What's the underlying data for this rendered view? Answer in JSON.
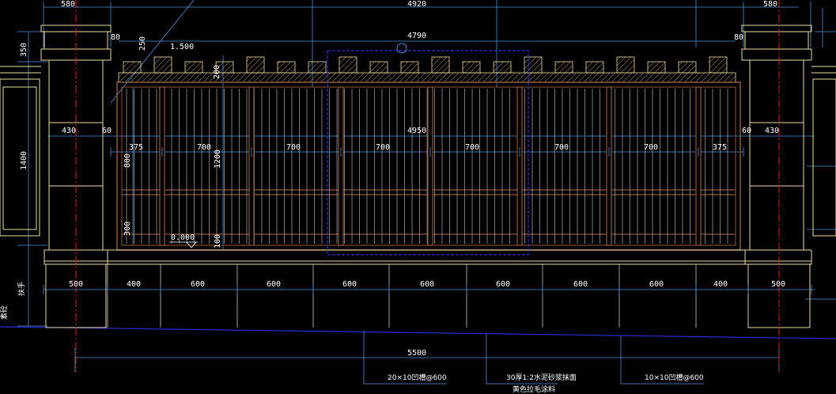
{
  "colors": {
    "background": "#000000",
    "dimension_line": "#4f8fd8",
    "dimension_text": "#ffffff",
    "pillar_outline": "#ecdca0",
    "fence_frame": "#8a5a3c",
    "fence_bars": "#c8c8c8",
    "center_axis": "#e02020",
    "ground_line": "#2a2ad8",
    "selection_box": "#3a3aff",
    "hatch": "#b89060"
  },
  "top_dims": {
    "left_pillar": "580",
    "overall": "4920",
    "right_pillar": "580",
    "inner": "4790",
    "cap_offset_left": "80",
    "cap_offset_right": "80",
    "cap_height": "250",
    "crest_width": "1.500",
    "crest_height": "200",
    "pillar_cap": "350"
  },
  "mid_dims": {
    "left_half": "430",
    "left_gap": "60",
    "fence_span": "4950",
    "right_gap": "60",
    "right_half": "430"
  },
  "bay_dims": [
    "375",
    "700",
    "700",
    "700",
    "700",
    "700",
    "700",
    "375"
  ],
  "vertical_dims": {
    "pillar_height": "1400",
    "panel_upper": "800",
    "panel_total": "1200",
    "panel_lower": "300",
    "base_gap": "100",
    "left_edge_label": "扶手"
  },
  "level_mark": "0.000",
  "base_dims": [
    "500",
    "400",
    "600",
    "600",
    "600",
    "600",
    "600",
    "600",
    "600",
    "400",
    "500"
  ],
  "total_dim": "5500",
  "notes": {
    "left": "20×10凹槽@600",
    "middle_line1": "30厚1:2水泥砂浆抹面",
    "middle_line2": "黄色拉毛涂料",
    "right": "10×10凹槽@600"
  },
  "left_side_label": "素砼"
}
